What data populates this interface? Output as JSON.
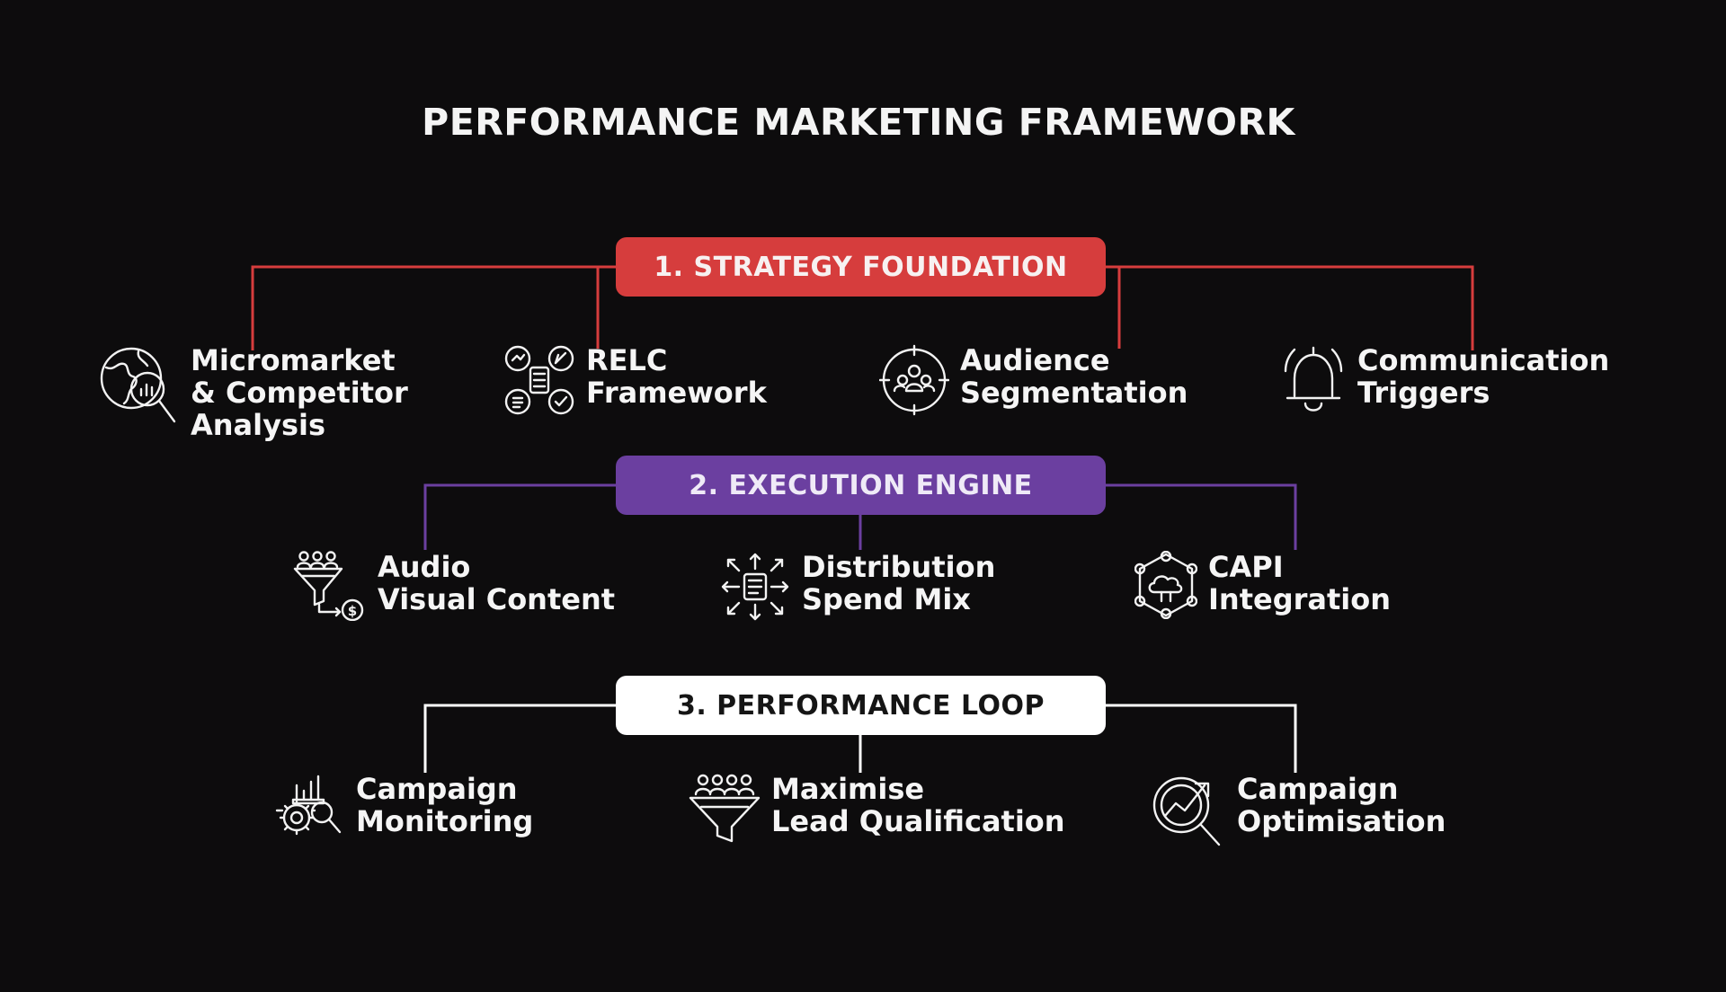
{
  "title": "PERFORMANCE MARKETING FRAMEWORK",
  "colors": {
    "strategy": "#d63d3d",
    "execution": "#6b3fa0",
    "performance": "#ffffff",
    "background": "#0d0c0d"
  },
  "phases": [
    {
      "label": "1. STRATEGY FOUNDATION",
      "items": [
        {
          "line1": "Micromarket",
          "line2": "& Competitor",
          "line3": "Analysis",
          "icon": "globe-magnifier-icon"
        },
        {
          "line1": "RELC",
          "line2": "Framework",
          "line3": "",
          "icon": "framework-grid-icon"
        },
        {
          "line1": "Audience",
          "line2": "Segmentation",
          "line3": "",
          "icon": "audience-target-icon"
        },
        {
          "line1": "Communication",
          "line2": "Triggers",
          "line3": "",
          "icon": "bell-icon"
        }
      ]
    },
    {
      "label": "2. EXECUTION ENGINE",
      "items": [
        {
          "line1": "Audio",
          "line2": "Visual Content",
          "line3": "",
          "icon": "funnel-dollar-icon"
        },
        {
          "line1": "Distribution",
          "line2": "Spend Mix",
          "line3": "",
          "icon": "distribution-arrows-icon"
        },
        {
          "line1": "CAPI",
          "line2": "Integration",
          "line3": "",
          "icon": "cloud-network-icon"
        }
      ]
    },
    {
      "label": "3. PERFORMANCE LOOP",
      "items": [
        {
          "line1": "Campaign",
          "line2": "Monitoring",
          "line3": "",
          "icon": "chart-gear-icon"
        },
        {
          "line1": "Maximise",
          "line2": "Lead Qualification",
          "line3": "",
          "icon": "people-funnel-icon"
        },
        {
          "line1": "Campaign",
          "line2": "Optimisation",
          "line3": "",
          "icon": "optimise-magnifier-icon"
        }
      ]
    }
  ]
}
